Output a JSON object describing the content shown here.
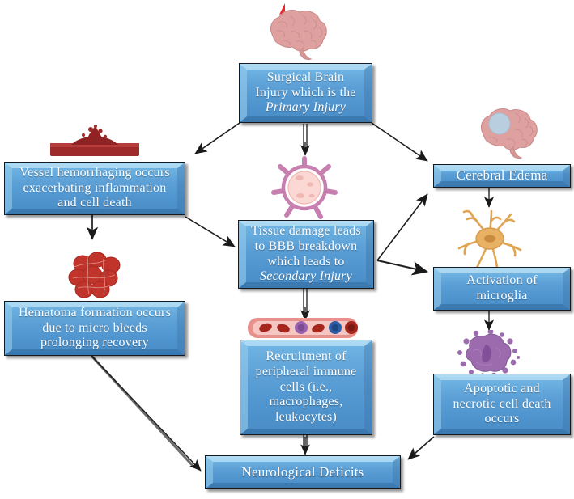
{
  "diagram": {
    "title": "Surgical Brain Injury Pathophysiology Flowchart",
    "accent_box_color": "#5b9fd6",
    "box_border_color": "#16191d",
    "text_color": "#ffffff",
    "background_color": "#ffffff"
  },
  "nodes": {
    "primary_injury": {
      "line1": "Surgical  Brain",
      "line2": "Injury which  is the",
      "line3": "Primary Injury"
    },
    "vessel_hemorrhage": {
      "line1": "Vessel hemorrhaging  occurs",
      "line2": "exacerbating  inflammation",
      "line3": "and  cell  death"
    },
    "hematoma": {
      "line1": "Hematoma  formation  occurs",
      "line2": "due to micro  bleeds",
      "line3": "prolonging  recovery"
    },
    "tissue_damage": {
      "line1": "Tissue damage  leads",
      "line2": "to BBB  breakdown",
      "line3": "which  leads to",
      "line4": "Secondary Injury"
    },
    "immune_recruitment": {
      "line1": "Recruitment  of",
      "line2": "peripheral  immune",
      "line3": "cells (i.e.,",
      "line4": "macrophages,",
      "line5": "leukocytes)"
    },
    "cerebral_edema": {
      "line1": "Cerebral  Edema"
    },
    "microglia": {
      "line1": "Activation  of",
      "line2": "microglia"
    },
    "cell_death": {
      "line1": "Apoptotic  and",
      "line2": "necrotic  cell death",
      "line3": "occurs"
    },
    "neurological_deficits": {
      "line1": "Neurological  Deficits"
    }
  },
  "illustrations": [
    {
      "name": "brain-with-lightning-icon",
      "label": "Brain with red lightning bolt injury"
    },
    {
      "name": "hemorrhaging-vessel-icon",
      "label": "Blood vessel hemorrhaging"
    },
    {
      "name": "blood-clot-icon",
      "label": "Hematoma / clustered red blood cells"
    },
    {
      "name": "bbb-cell-icon",
      "label": "Blood brain barrier cell"
    },
    {
      "name": "blood-vessel-immune-cells-icon",
      "label": "Vessel with circulating immune cells"
    },
    {
      "name": "brain-edema-icon",
      "label": "Brain with edema region"
    },
    {
      "name": "neuron-icon",
      "label": "Activated neuron / microglia"
    },
    {
      "name": "apoptotic-cell-icon",
      "label": "Apoptotic purple cell"
    }
  ],
  "edges": [
    {
      "from": "primary_injury",
      "to": "vessel_hemorrhage"
    },
    {
      "from": "primary_injury",
      "to": "tissue_damage"
    },
    {
      "from": "primary_injury",
      "to": "cerebral_edema"
    },
    {
      "from": "vessel_hemorrhage",
      "to": "hematoma"
    },
    {
      "from": "vessel_hemorrhage",
      "to": "tissue_damage"
    },
    {
      "from": "tissue_damage",
      "to": "cerebral_edema"
    },
    {
      "from": "tissue_damage",
      "to": "microglia"
    },
    {
      "from": "tissue_damage",
      "to": "immune_recruitment"
    },
    {
      "from": "cerebral_edema",
      "to": "microglia"
    },
    {
      "from": "microglia",
      "to": "cell_death"
    },
    {
      "from": "hematoma",
      "to": "neurological_deficits"
    },
    {
      "from": "immune_recruitment",
      "to": "neurological_deficits"
    },
    {
      "from": "cell_death",
      "to": "neurological_deficits"
    }
  ]
}
